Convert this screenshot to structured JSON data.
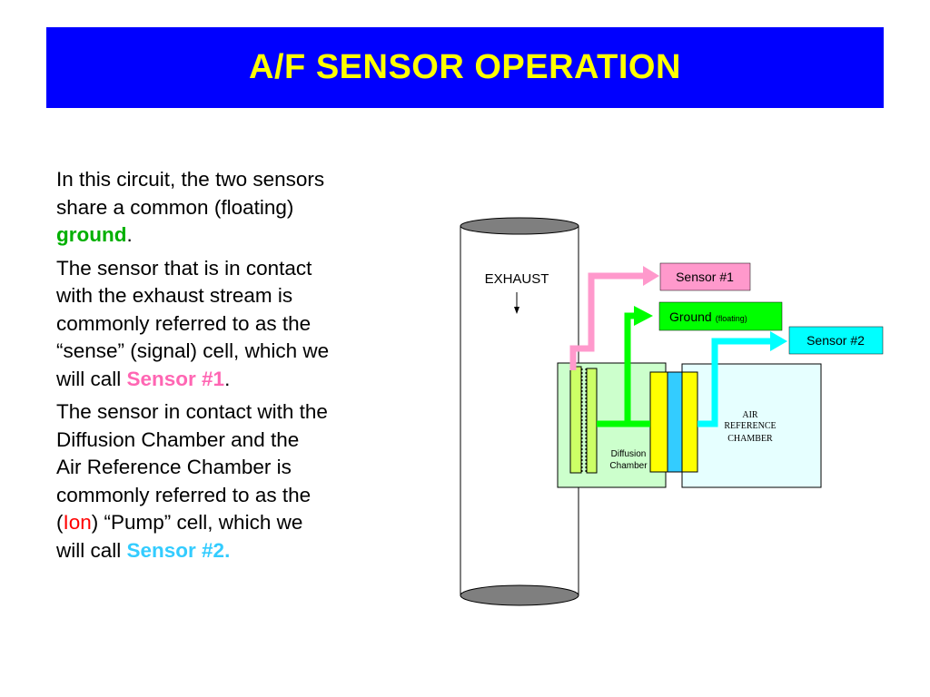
{
  "title": "A/F SENSOR OPERATION",
  "body": {
    "p1": {
      "line1": "In this circuit, the two sensors",
      "line2": "share a common (floating)",
      "keyword": "ground",
      "end": "."
    },
    "p2": {
      "line1": "The sensor that is in contact",
      "line2": "with the exhaust stream is",
      "line3": "commonly referred to as the",
      "line4": "“sense” (signal) cell, which we",
      "pre": "will call ",
      "keyword": "Sensor #1",
      "end": "."
    },
    "p3": {
      "line1": "The sensor in contact with the",
      "line2": "Diffusion Chamber and the",
      "line3": "Air Reference Chamber is",
      "line4": "commonly referred to as the",
      "open": "(",
      "ion": "Ion",
      "close": ") “Pump” cell, which we",
      "pre": "will call ",
      "keyword": "Sensor #2."
    }
  },
  "diagram": {
    "exhaust_label": "EXHAUST",
    "sensor1_label": "Sensor #1",
    "ground_label": "Ground",
    "ground_sub": "(floating)",
    "sensor2_label": "Sensor #2",
    "diffusion_line1": "Diffusion",
    "diffusion_line2": "Chamber",
    "air_ref_line1": "AIR",
    "air_ref_line2": "REFERENCE",
    "air_ref_line3": "CHAMBER"
  },
  "colors": {
    "title_bg": "#0000ff",
    "title_text": "#ffff00",
    "ground_green": "#00ff00",
    "ground_text": "#00b000",
    "sensor1_pink": "#ff99cc",
    "sensor1_text": "#ff66b3",
    "sensor2_cyan": "#00ffff",
    "sensor2_text": "#33ccff",
    "ion_red": "#ff0000",
    "diffusion_fill": "#ccffcc",
    "air_ref_fill": "#e6ffff",
    "cell_yellow": "#ffff00",
    "cell_blue": "#33ccff",
    "exhaust_top": "#7f7f7f"
  }
}
